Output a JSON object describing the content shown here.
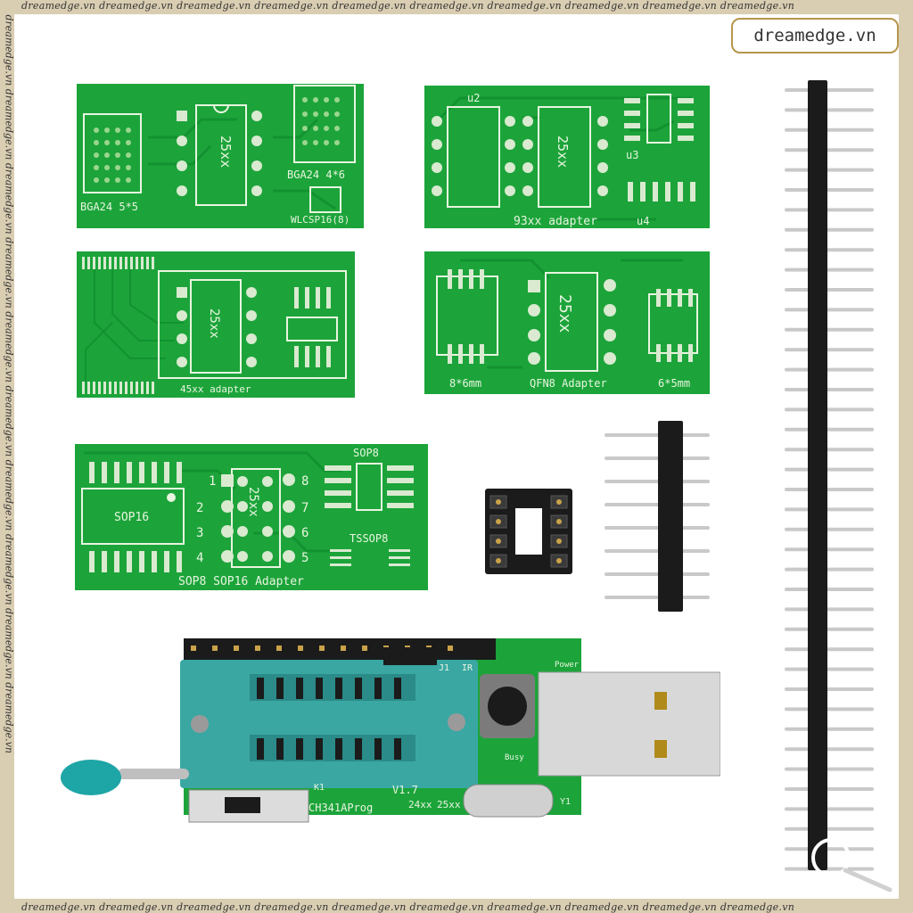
{
  "watermark": {
    "brand": "dreamedge.vn",
    "row_text": "dreamedge.vn  dreamedge.vn  dreamedge.vn  dreamedge.vn  dreamedge.vn  dreamedge.vn  dreamedge.vn  dreamedge.vn  dreamedge.vn  dreamedge.vn"
  },
  "boards": {
    "bga": {
      "chip": "25xx",
      "left": "BGA24 5*5",
      "right": "BGA24 4*6",
      "bottom": "WLCSP16(8)"
    },
    "b93": {
      "title": "93xx adapter",
      "chip": "25xx",
      "u2": "u2",
      "u3": "u3",
      "u4": "u4"
    },
    "b45": {
      "title": "45xx adapter",
      "chip": "25xx"
    },
    "qfn": {
      "title": "QFN8 Adapter",
      "chip": "25xx",
      "left": "8*6mm",
      "right": "6*5mm"
    },
    "sop": {
      "title": "SOP8 SOP16 Adapter",
      "chip": "25xx",
      "sop16": "SOP16",
      "sop8": "SOP8",
      "tssop8": "TSSOP8",
      "pins_left": [
        "1",
        "2",
        "3",
        "4"
      ],
      "pins_right": [
        "8",
        "7",
        "6",
        "5"
      ]
    },
    "prog": {
      "name": "CH341AProg",
      "version": "V1.7",
      "tag24": "24xx",
      "tag25": "25xx",
      "ir": "IR",
      "j1": "J1",
      "k1": "K1",
      "y1": "Y1",
      "busy": "Busy",
      "power": "Power"
    }
  },
  "colors": {
    "pcb": "#1ca43a",
    "pcb_dark": "#0e7a28",
    "silk": "#e8f5e0",
    "zif": "#3aa7a3",
    "header": "#1b1b1b",
    "pin": "#c9c9c9",
    "usb": "#d8d8d8"
  }
}
